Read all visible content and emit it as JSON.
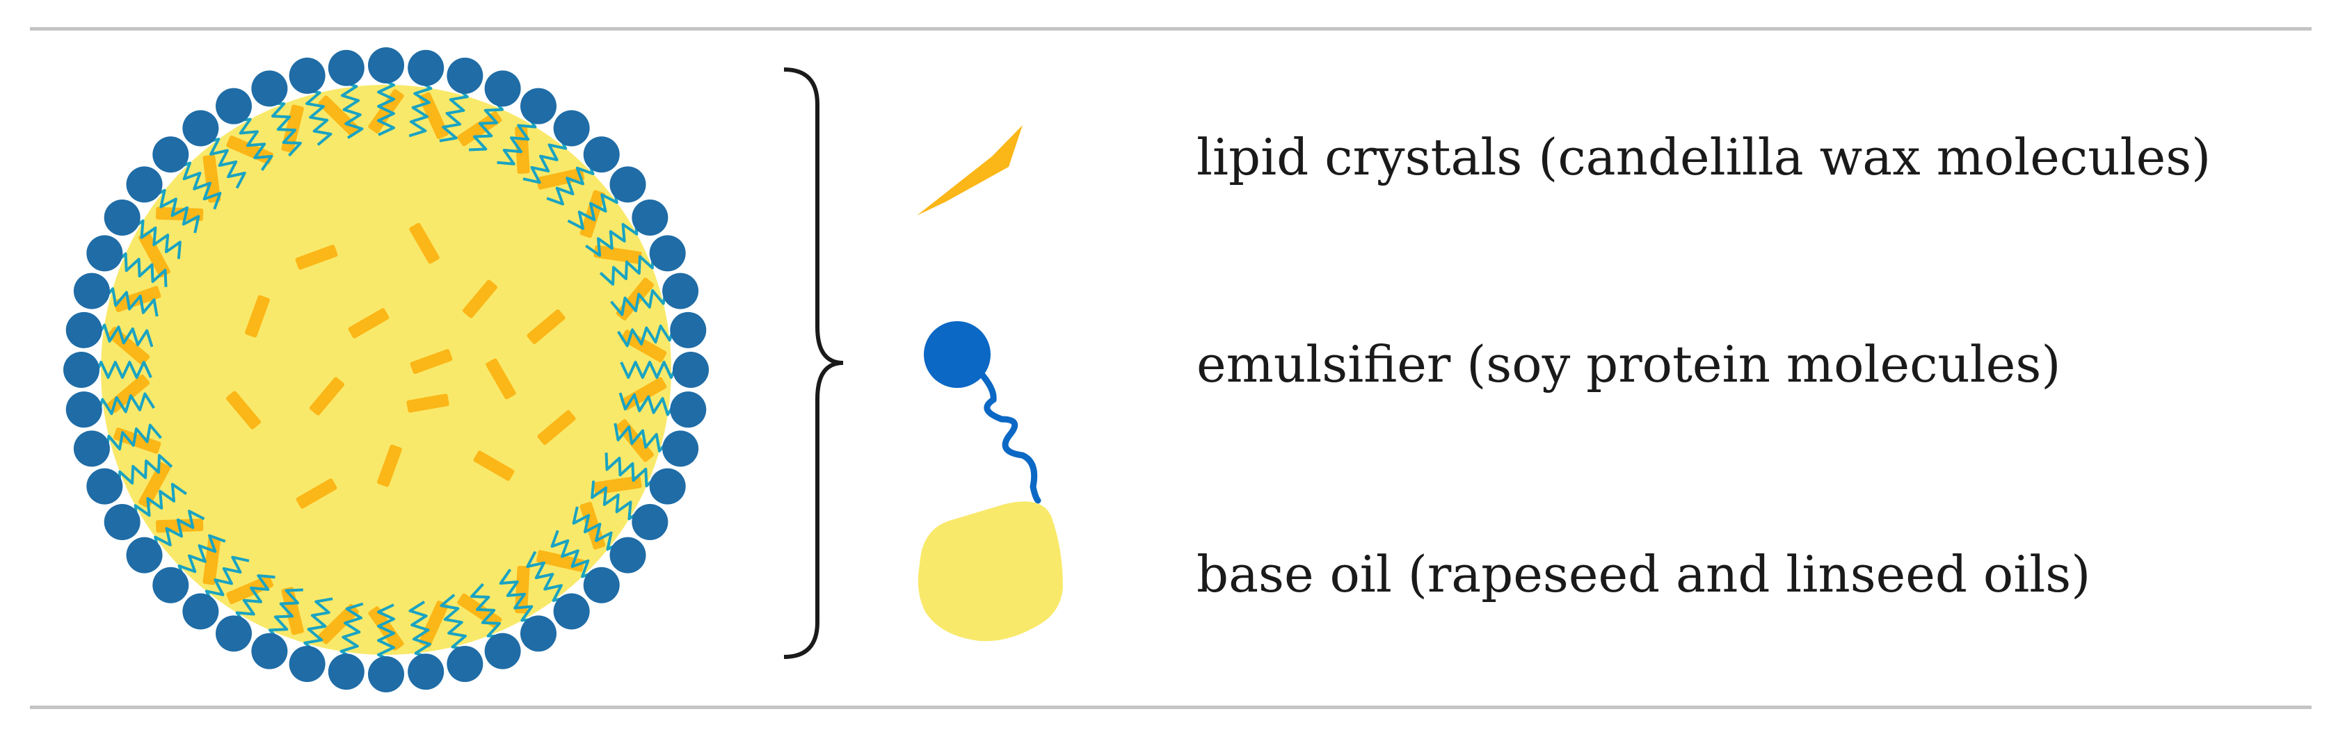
{
  "legend": [
    {
      "label": "lipid crystals (candelilla wax molecules)",
      "icon": "lipid-crystal-icon"
    },
    {
      "label": "emulsifier (soy protein molecules)",
      "icon": "emulsifier-icon"
    },
    {
      "label": "base oil (rapeseed and linseed oils)",
      "icon": "base-oil-icon"
    }
  ],
  "colors": {
    "base_oil": "#f9e96a",
    "lipid_crystal": "#fbb617",
    "emulsifier_head": "#1f6ca6",
    "emulsifier_tail": "#1aa3c2",
    "emulsifier_legend_head": "#0b68c4",
    "rule": "#c4c4c4",
    "bracket": "#1a1a1a",
    "text": "#1a1a1a"
  }
}
